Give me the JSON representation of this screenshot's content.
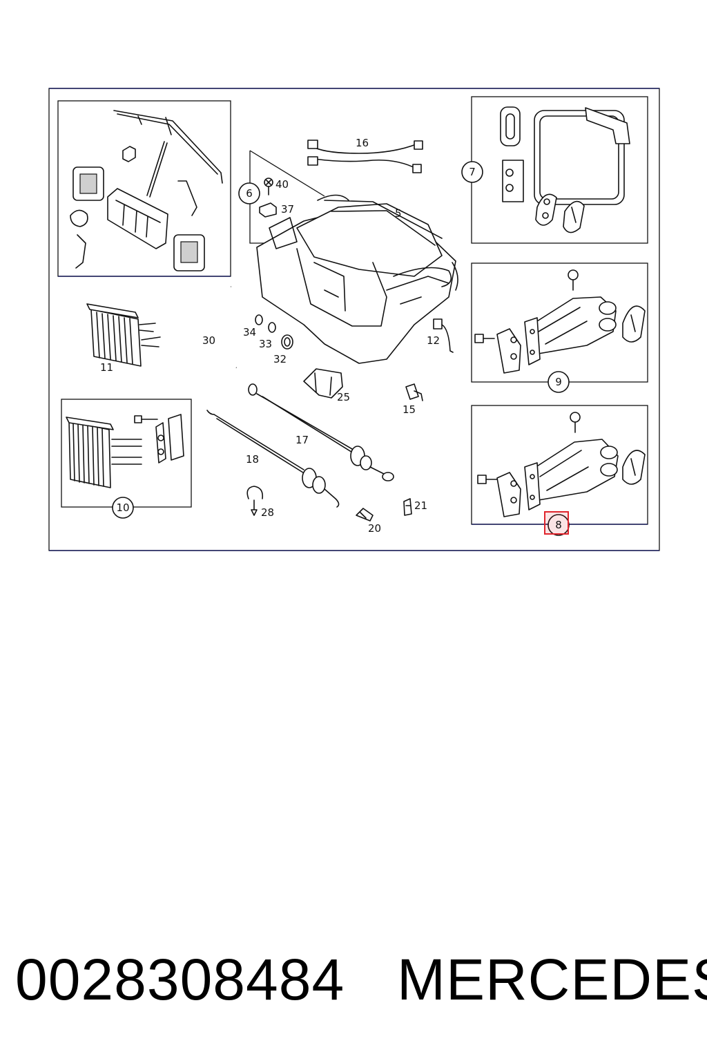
{
  "diagram": {
    "labels": {
      "p5": "5",
      "p6": "6",
      "p7": "7",
      "p8": "8",
      "p9": "9",
      "p10": "10",
      "p11": "11",
      "p12": "12",
      "p15": "15",
      "p16": "16",
      "p17": "17",
      "p18": "18",
      "p20": "20",
      "p21": "21",
      "p25": "25",
      "p28": "28",
      "p30": "30",
      "p32": "32",
      "p33": "33",
      "p34": "34",
      "p37": "37",
      "p40": "40"
    },
    "highlighted_part": "8",
    "highlight_color": "#e0242c"
  },
  "footer": {
    "part_number": "0028308484",
    "brand": "MERCEDES"
  }
}
